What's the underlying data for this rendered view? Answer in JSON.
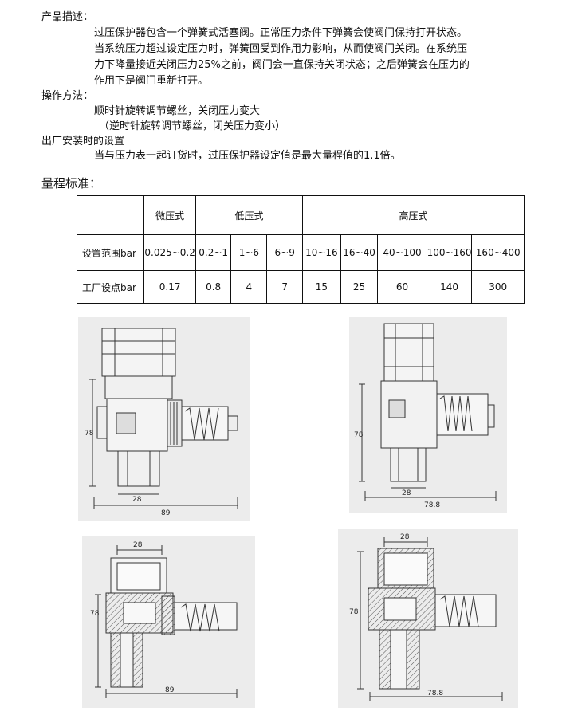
{
  "description": {
    "heading": "产品描述：",
    "lines": [
      "过压保护器包含一个弹簧式活塞阀。正常压力条件下弹簧会使阀门保持打开状态。",
      "当系统压力超过设定压力时，弹簧回受到作用力影响，从而使阀门关闭。在系统压",
      "力下降量接近关闭压力25%之前，阀门会一直保持关闭状态；之后弹簧会在压力的",
      "作用下是阀门重新打开。"
    ]
  },
  "operation": {
    "heading": "操作方法：",
    "line1": "顺时针旋转调节螺丝，关闭压力变大",
    "line2": "（逆时针旋转调节螺丝，闭关压力变小）"
  },
  "factory": {
    "heading": "出厂安装时的设置",
    "line": "当与压力表一起订货时，过压保护器设定值是最大量程值的1.1倍。"
  },
  "range_title": "量程标准：",
  "table": {
    "groups": [
      "微压式",
      "低压式",
      "高压式"
    ],
    "row_labels": [
      "设置范围bar",
      "工厂设点bar"
    ],
    "ranges": [
      "0.025~0.2",
      "0.2~1",
      "1~6",
      "6~9",
      "10~16",
      "16~40",
      "40~100",
      "100~160",
      "160~400"
    ],
    "setpoints": [
      "0.17",
      "0.8",
      "4",
      "7",
      "15",
      "25",
      "60",
      "140",
      "300"
    ]
  },
  "drawings": {
    "d1": {
      "height": "78",
      "width_inner": "28",
      "width_total": "89"
    },
    "d2": {
      "height": "78",
      "width_inner": "28",
      "width_total": "78.8"
    },
    "d3": {
      "height": "78",
      "width_top": "28",
      "width_total": "89"
    },
    "d4": {
      "height": "78",
      "width_top": "28",
      "width_total": "78.8"
    }
  }
}
